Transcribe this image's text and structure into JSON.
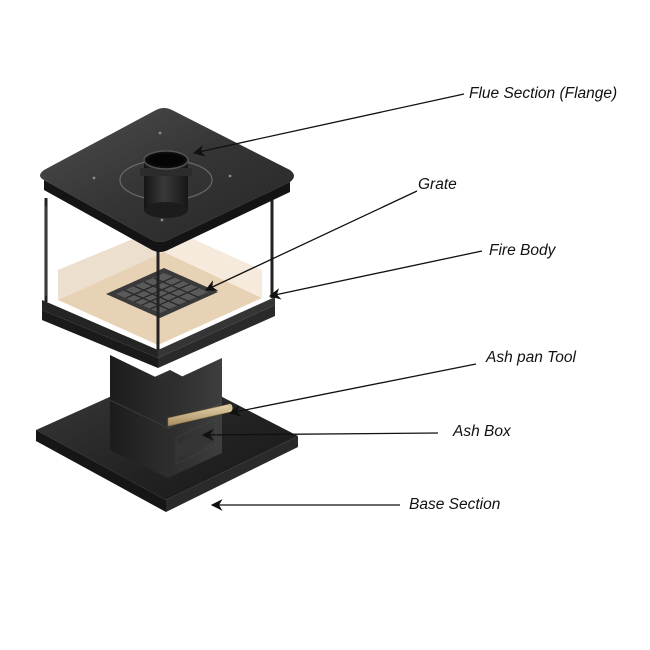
{
  "labels": {
    "flue": "Flue Section (Flange)",
    "grate": "Grate",
    "fire_body": "Fire Body",
    "ash_pan_tool": "Ash pan Tool",
    "ash_box": "Ash Box",
    "base": "Base Section"
  },
  "colors": {
    "steel_dark": "#1f1f1f",
    "steel_mid": "#2e2e2e",
    "steel_light": "#4a4a4a",
    "firebrick": "#e8d2b6",
    "tool": "#cbb48a",
    "text": "#111111",
    "arrow": "#111111"
  }
}
